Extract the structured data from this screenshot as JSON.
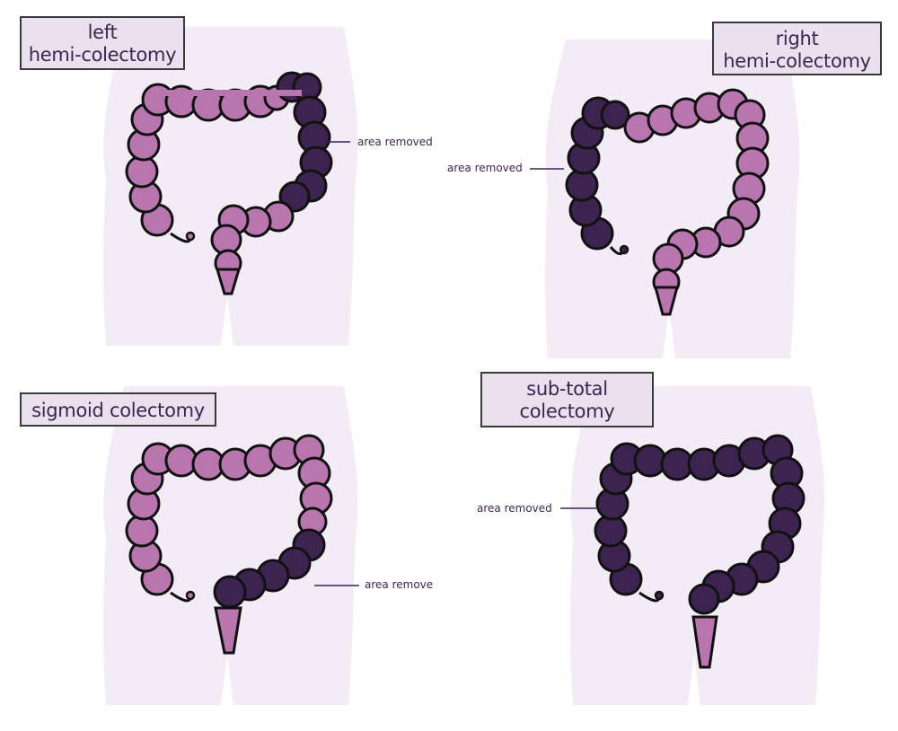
{
  "panels": {
    "left_hemi": {
      "title_line1": "left",
      "title_line2": "hemi-colectomy",
      "annotation": "area removed"
    },
    "right_hemi": {
      "title_line1": "right",
      "title_line2": "hemi-colectomy",
      "annotation": "area removed"
    },
    "sigmoid": {
      "title_line1": "sigmoid colectomy",
      "annotation": "area remove"
    },
    "sub_total": {
      "title_line1": "sub-total",
      "title_line2": "colectomy",
      "annotation": "area removed"
    }
  },
  "colors": {
    "body": "#f3ecf6",
    "colon": "#b875ae",
    "removed": "#3d2350",
    "outline": "#111111",
    "label_bg": "#eae0ee",
    "text": "#3d2550"
  }
}
